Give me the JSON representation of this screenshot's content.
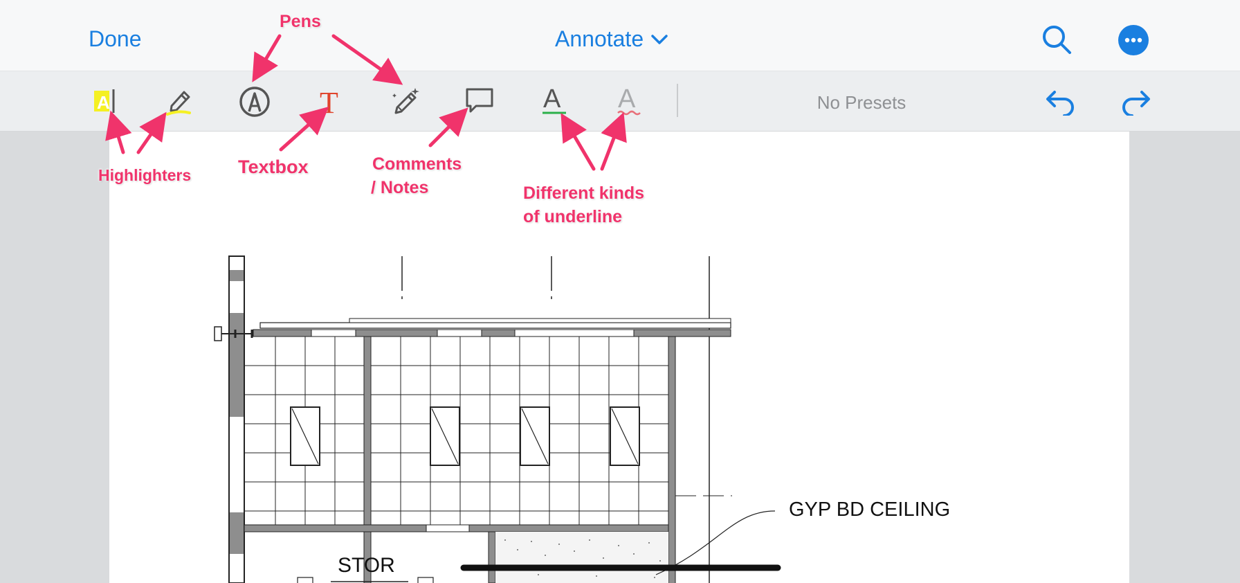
{
  "header": {
    "done_label": "Done",
    "mode_label": "Annotate",
    "accent_color": "#1a7fe0"
  },
  "toolbar": {
    "presets_label": "No Presets",
    "tools": [
      {
        "name": "highlighter-text",
        "icon": "text-highlight-icon"
      },
      {
        "name": "highlighter-marker",
        "icon": "marker-icon"
      },
      {
        "name": "pen",
        "icon": "pen-circle-icon"
      },
      {
        "name": "textbox",
        "icon": "text-t-icon"
      },
      {
        "name": "magic-pen",
        "icon": "magic-pencil-icon"
      },
      {
        "name": "comment",
        "icon": "speech-bubble-icon"
      },
      {
        "name": "underline",
        "icon": "underline-a-icon"
      },
      {
        "name": "squiggly-underline",
        "icon": "squiggly-a-icon"
      }
    ],
    "undo_icon": "undo-icon",
    "redo_icon": "redo-icon"
  },
  "annotations": {
    "color": "#f0336b",
    "pens": "Pens",
    "highlighters": "Highlighters",
    "textbox": "Textbox",
    "comments_line1": "Comments",
    "comments_line2": "/ Notes",
    "underline_line1": "Different kinds",
    "underline_line2": "of underline"
  },
  "drawing": {
    "ceiling_label": "GYP BD CEILING",
    "room_label": "STOR"
  }
}
